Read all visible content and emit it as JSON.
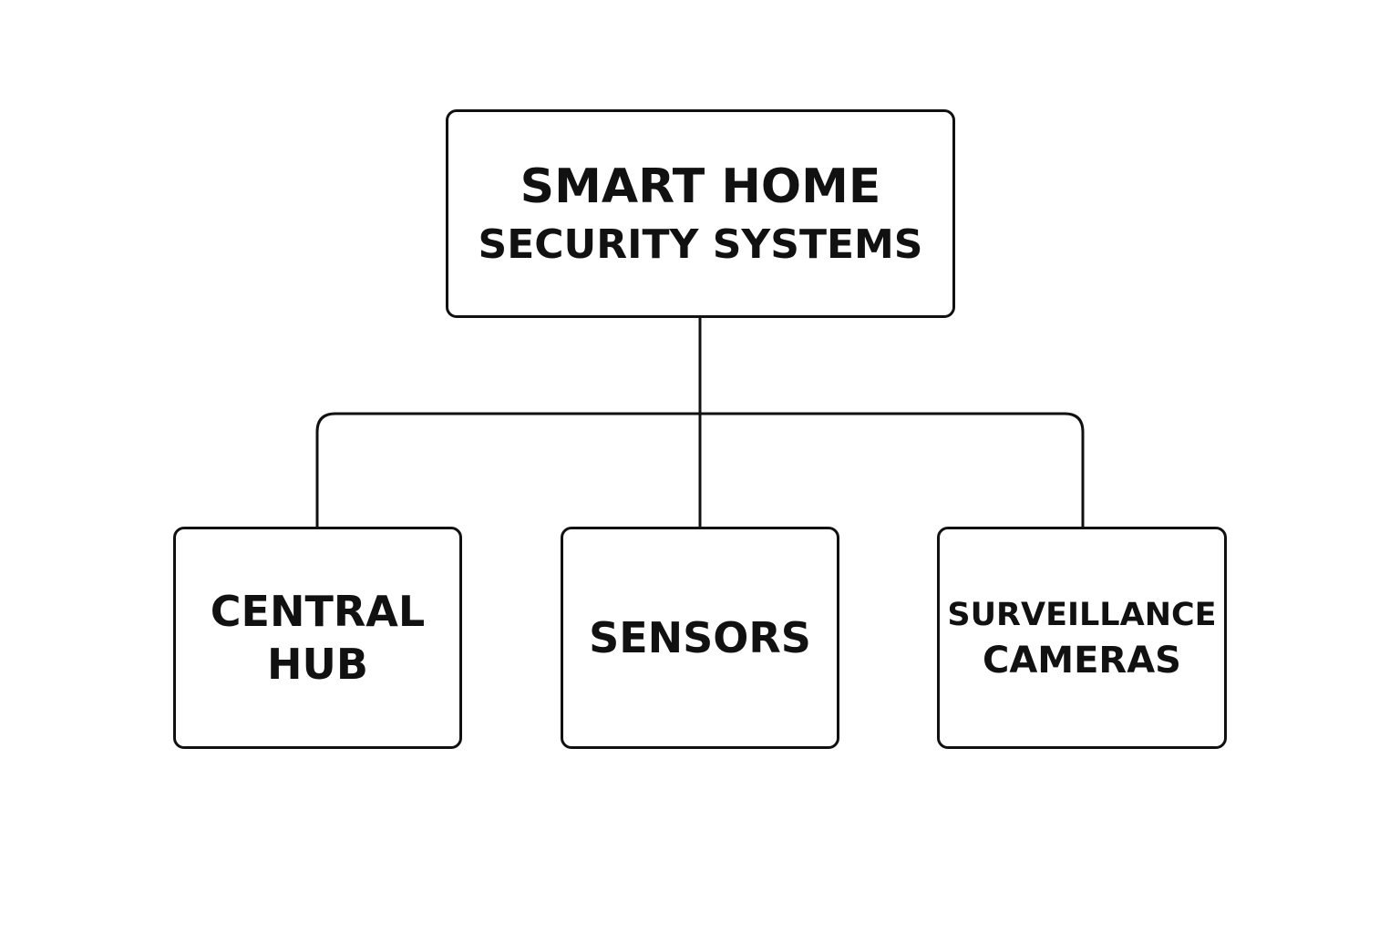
{
  "diagram": {
    "root": {
      "line1": "SMART HOME",
      "line2": "SECURITY SYSTEMS"
    },
    "children": [
      {
        "line1": "CENTRAL",
        "line2": "HUB"
      },
      {
        "line1": "SENSORS"
      },
      {
        "line1": "SURVEILLANCE",
        "line2": "CAMERAS"
      }
    ],
    "colors": {
      "stroke": "#111111",
      "background": "#ffffff",
      "text": "#111111"
    }
  }
}
